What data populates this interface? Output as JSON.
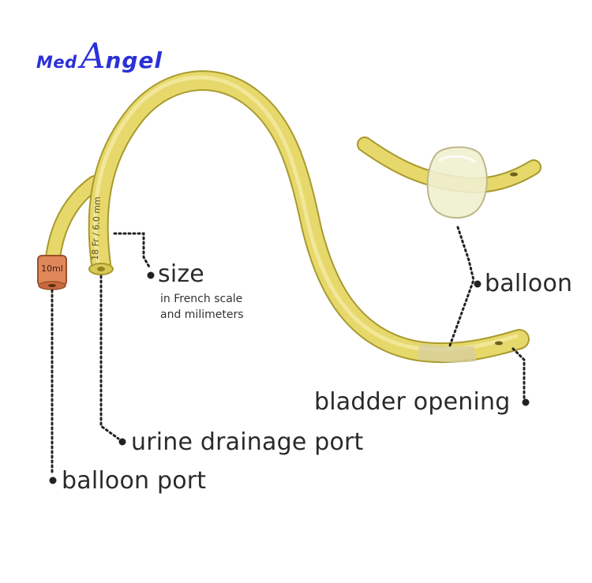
{
  "logo": {
    "part1": "Med",
    "part2_initial": "A",
    "part2_rest": "ngel",
    "color": "#2b31d6"
  },
  "labels": {
    "size": "size",
    "size_note_line1": "in French scale",
    "size_note_line2": "and milimeters",
    "balloon": "balloon",
    "bladder_opening": "bladder opening",
    "urine_drainage_port": "urine drainage port",
    "balloon_port": "balloon port"
  },
  "tube_markings": {
    "cap_volume": "10ml",
    "size_print": "18 Fr / 6.0 mm"
  },
  "colors": {
    "tube_fill": "#e6d86a",
    "tube_edge": "#a89a2e",
    "cap": "#e0875a",
    "balloon": "#f0efcf",
    "leader": "#222222"
  }
}
